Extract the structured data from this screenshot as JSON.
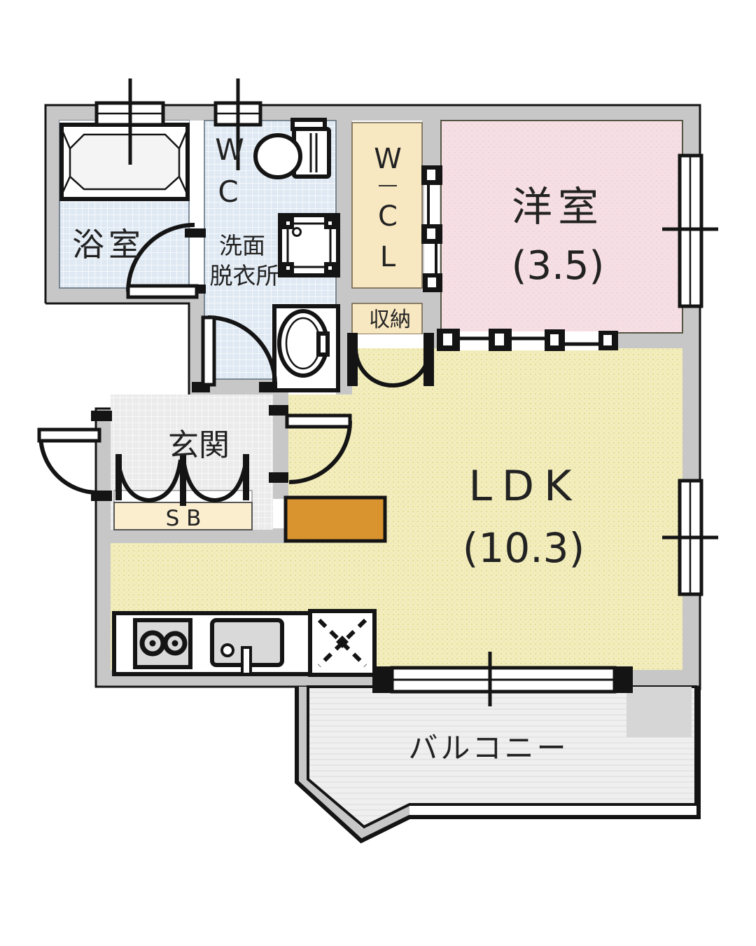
{
  "rooms": {
    "bathroom": {
      "label": "浴室"
    },
    "wc": {
      "label_top": "W",
      "label_bottom": "C"
    },
    "washroom": {
      "label_line1": "洗面",
      "label_line2": "脱衣所"
    },
    "walk_in_closet": {
      "chars": [
        "W",
        "―",
        "C",
        "L"
      ]
    },
    "storage": {
      "label": "収納"
    },
    "western_room": {
      "label": "洋室",
      "size": "(3.5)"
    },
    "ldk": {
      "label": "LDK",
      "size": "(10.3)"
    },
    "entrance": {
      "label": "玄関"
    },
    "shoe_box": {
      "label": "S B"
    },
    "balcony": {
      "label": "バルコニー"
    }
  },
  "colors": {
    "wall": "#c7c7c7",
    "outline": "#141414",
    "water_floor": "#dfe9f3",
    "entrance_floor": "#ebebeb",
    "closet": "#f8e8c2",
    "shoe_box_fill": "#faeecf",
    "western_floor": "#f6dfe4",
    "ldk_floor": "#f2edba",
    "counter_brown": "#d9932f",
    "balcony_floor": "#efefef",
    "fixture_gray": "#d9d9d9",
    "ac_pad": "#d6d6d6"
  }
}
